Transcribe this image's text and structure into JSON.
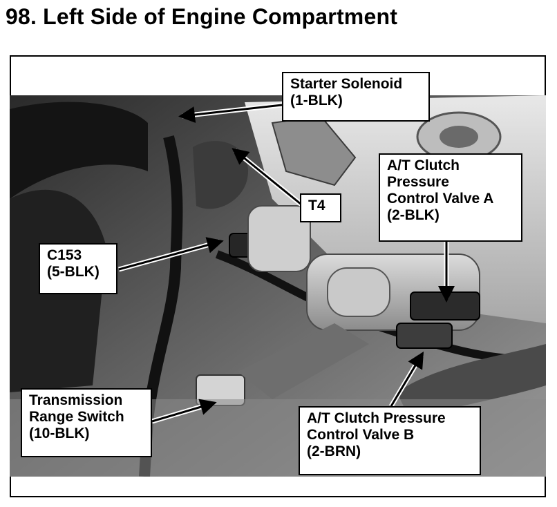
{
  "figure": {
    "title": "98.  Left Side of Engine Compartment"
  },
  "callouts": {
    "starter_solenoid": {
      "lines": [
        "Starter Solenoid",
        "(1-BLK)"
      ]
    },
    "t4": {
      "lines": [
        "T4"
      ]
    },
    "at_valve_a": {
      "lines": [
        "A/T Clutch",
        "Pressure",
        "Control Valve A",
        "(2-BLK)"
      ]
    },
    "c153": {
      "lines": [
        "C153",
        "(5-BLK)"
      ]
    },
    "range_switch": {
      "lines": [
        "Transmission",
        "Range Switch",
        "(10-BLK)"
      ]
    },
    "at_valve_b": {
      "lines": [
        "A/T Clutch Pressure",
        "Control Valve B",
        "(2-BRN)"
      ]
    }
  },
  "colors": {
    "ink": "#000000",
    "paper": "#ffffff",
    "photo_dark": "#1a1a1a",
    "photo_mid": "#7a7a7a",
    "photo_light": "#d6d6d6"
  }
}
